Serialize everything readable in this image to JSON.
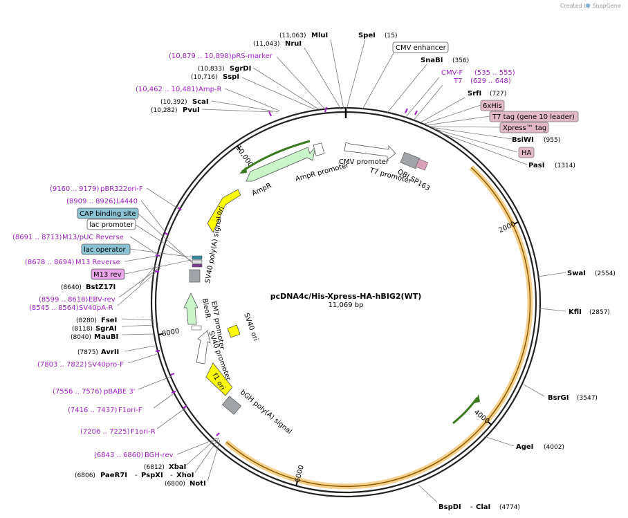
{
  "credit": "Created by SnapGene",
  "plasmid": {
    "name": "pcDNA4c/His-Xpress-HA-hBIG2(WT)",
    "size": "11,069 bp"
  },
  "ticks": [
    "2000",
    "4000",
    "6000",
    "8000",
    "10,000"
  ],
  "sites": [
    {
      "pos": "(11,063)",
      "name": "MluI"
    },
    {
      "pos": "(11,043)",
      "name": "NruI"
    },
    {
      "pos": "(15)",
      "name": "SpeI"
    },
    {
      "pos": "(356)",
      "name": "SnaBI"
    },
    {
      "pos": "(727)",
      "name": "SrfI"
    },
    {
      "pos": "(955)",
      "name": "BsiWI"
    },
    {
      "pos": "(1314)",
      "name": "PasI"
    },
    {
      "pos": "(2554)",
      "name": "SwaI"
    },
    {
      "pos": "(2857)",
      "name": "KflI"
    },
    {
      "pos": "(3547)",
      "name": "BsrGI"
    },
    {
      "pos": "(4002)",
      "name": "AgeI"
    },
    {
      "pos": "(4774)",
      "name": "BspDI",
      "name2": "ClaI"
    },
    {
      "pos": "(6800)",
      "name": "NotI"
    },
    {
      "pos": "(6806)",
      "name": "PaeR7I",
      "name2": "PspXI",
      "name3": "XhoI"
    },
    {
      "pos": "(6812)",
      "name": "XbaI"
    },
    {
      "pos": "(7875)",
      "name": "AvrII"
    },
    {
      "pos": "(8040)",
      "name": "MauBI"
    },
    {
      "pos": "(8118)",
      "name": "SgrAI"
    },
    {
      "pos": "(8280)",
      "name": "FseI"
    },
    {
      "pos": "(8640)",
      "name": "BstZ17I"
    },
    {
      "pos": "(10,282)",
      "name": "PvuI"
    },
    {
      "pos": "(10,392)",
      "name": "ScaI"
    },
    {
      "pos": "(10,716)",
      "name": "SspI"
    },
    {
      "pos": "(10,833)",
      "name": "SgrDI"
    }
  ],
  "primers": [
    {
      "range": "(10,879 .. 10,898)",
      "name": "pRS-marker"
    },
    {
      "range": "(10,462 .. 10,481)",
      "name": "Amp-R"
    },
    {
      "range": "(535 .. 555)",
      "name": "CMV-F"
    },
    {
      "range": "(629 .. 648)",
      "name": "T7"
    },
    {
      "range": "(9160 .. 9179)",
      "name": "pBR322ori-F"
    },
    {
      "range": "(8909 .. 8926)",
      "name": "L4440"
    },
    {
      "range": "(8691 .. 8713)",
      "name": "M13/pUC Reverse"
    },
    {
      "range": "(8678 .. 8694)",
      "name": "M13 Reverse"
    },
    {
      "range": "(8599 .. 8618)",
      "name": "EBV-rev"
    },
    {
      "range": "(8545 .. 8564)",
      "name": "SV40pA-R"
    },
    {
      "range": "(7803 .. 7822)",
      "name": "SV40pro-F"
    },
    {
      "range": "(7556 .. 7576)",
      "name": "pBABE 3'"
    },
    {
      "range": "(7416 .. 7437)",
      "name": "F1ori-F"
    },
    {
      "range": "(7206 .. 7225)",
      "name": "F1ori-R"
    },
    {
      "range": "(6843 .. 6860)",
      "name": "BGH-rev"
    }
  ],
  "boxed_features": [
    {
      "name": "CMV enhancer",
      "color": "#ffffff"
    },
    {
      "name": "6xHis",
      "color": "#e3b8c8"
    },
    {
      "name": "T7 tag (gene 10 leader)",
      "color": "#e3b8c8"
    },
    {
      "name": "Xpress™ tag",
      "color": "#e3b8c8"
    },
    {
      "name": "HA",
      "color": "#e3b8c8"
    },
    {
      "name": "CAP binding site",
      "color": "#8cc3d4"
    },
    {
      "name": "lac promoter",
      "color": "#ffffff"
    },
    {
      "name": "lac operator",
      "color": "#8cc3d4"
    },
    {
      "name": "M13 rev",
      "color": "#e9a6e9"
    }
  ],
  "inner_features": {
    "cmv_promoter": "CMV promoter",
    "t7_promoter": "T7 promoter",
    "qbi": "QBI SP163",
    "ampr": "AmpR",
    "ampr_promoter": "AmpR promoter",
    "ori": "ori",
    "sv40_polya": "SV40 poly(A) signal",
    "em7": "EM7 promoter",
    "bleor": "BleoR",
    "sv40_promoter": "SV40 promoter",
    "sv40_ori": "SV40 ori",
    "f1_ori": "f1 ori",
    "bgh": "bGH poly(A) signal"
  },
  "colors": {
    "primer": "#a020c8",
    "insert_highlight": "#f5c97a",
    "insert_line": "#8a5a00",
    "orf_green": "#3a7a1e",
    "ampr_fill": "#c9f5c9",
    "ori_fill": "#ffff00",
    "grey_feature": "#a0a4a8"
  }
}
